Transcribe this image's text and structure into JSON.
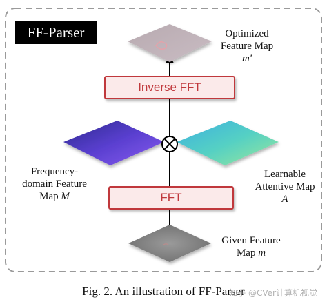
{
  "figure": {
    "title": "FF-Parser",
    "caption": "Fig. 2.   An illustration of FF-Parser",
    "watermark": "知乎 @CVer计算机视觉"
  },
  "nodes": {
    "optimized": {
      "line1": "Optimized",
      "line2": "Feature Map",
      "symbol": "m′"
    },
    "inverse_fft": {
      "label": "Inverse FFT"
    },
    "fft": {
      "label": "FFT"
    },
    "frequency_map": {
      "line1": "Frequency-",
      "line2": "domain Feature",
      "line3": "Map",
      "symbol": "M"
    },
    "attentive_map": {
      "line1": "Learnable",
      "line2": "Attentive Map",
      "symbol": "A"
    },
    "given": {
      "line1": "Given Feature",
      "line2": "Map",
      "symbol": "m"
    },
    "multiply": {
      "symbol": "⊗"
    }
  },
  "colors": {
    "border_dashed": "#9a9a9a",
    "box_stroke": "#c0383c",
    "box_fill": "#fbeaea",
    "frequency_gradient": [
      "#2a2a9a",
      "#7a4ee0"
    ],
    "attentive_gradient": [
      "#4ec8d8",
      "#7fe0a0"
    ],
    "feature_map_fill": "#8a8a8a"
  }
}
